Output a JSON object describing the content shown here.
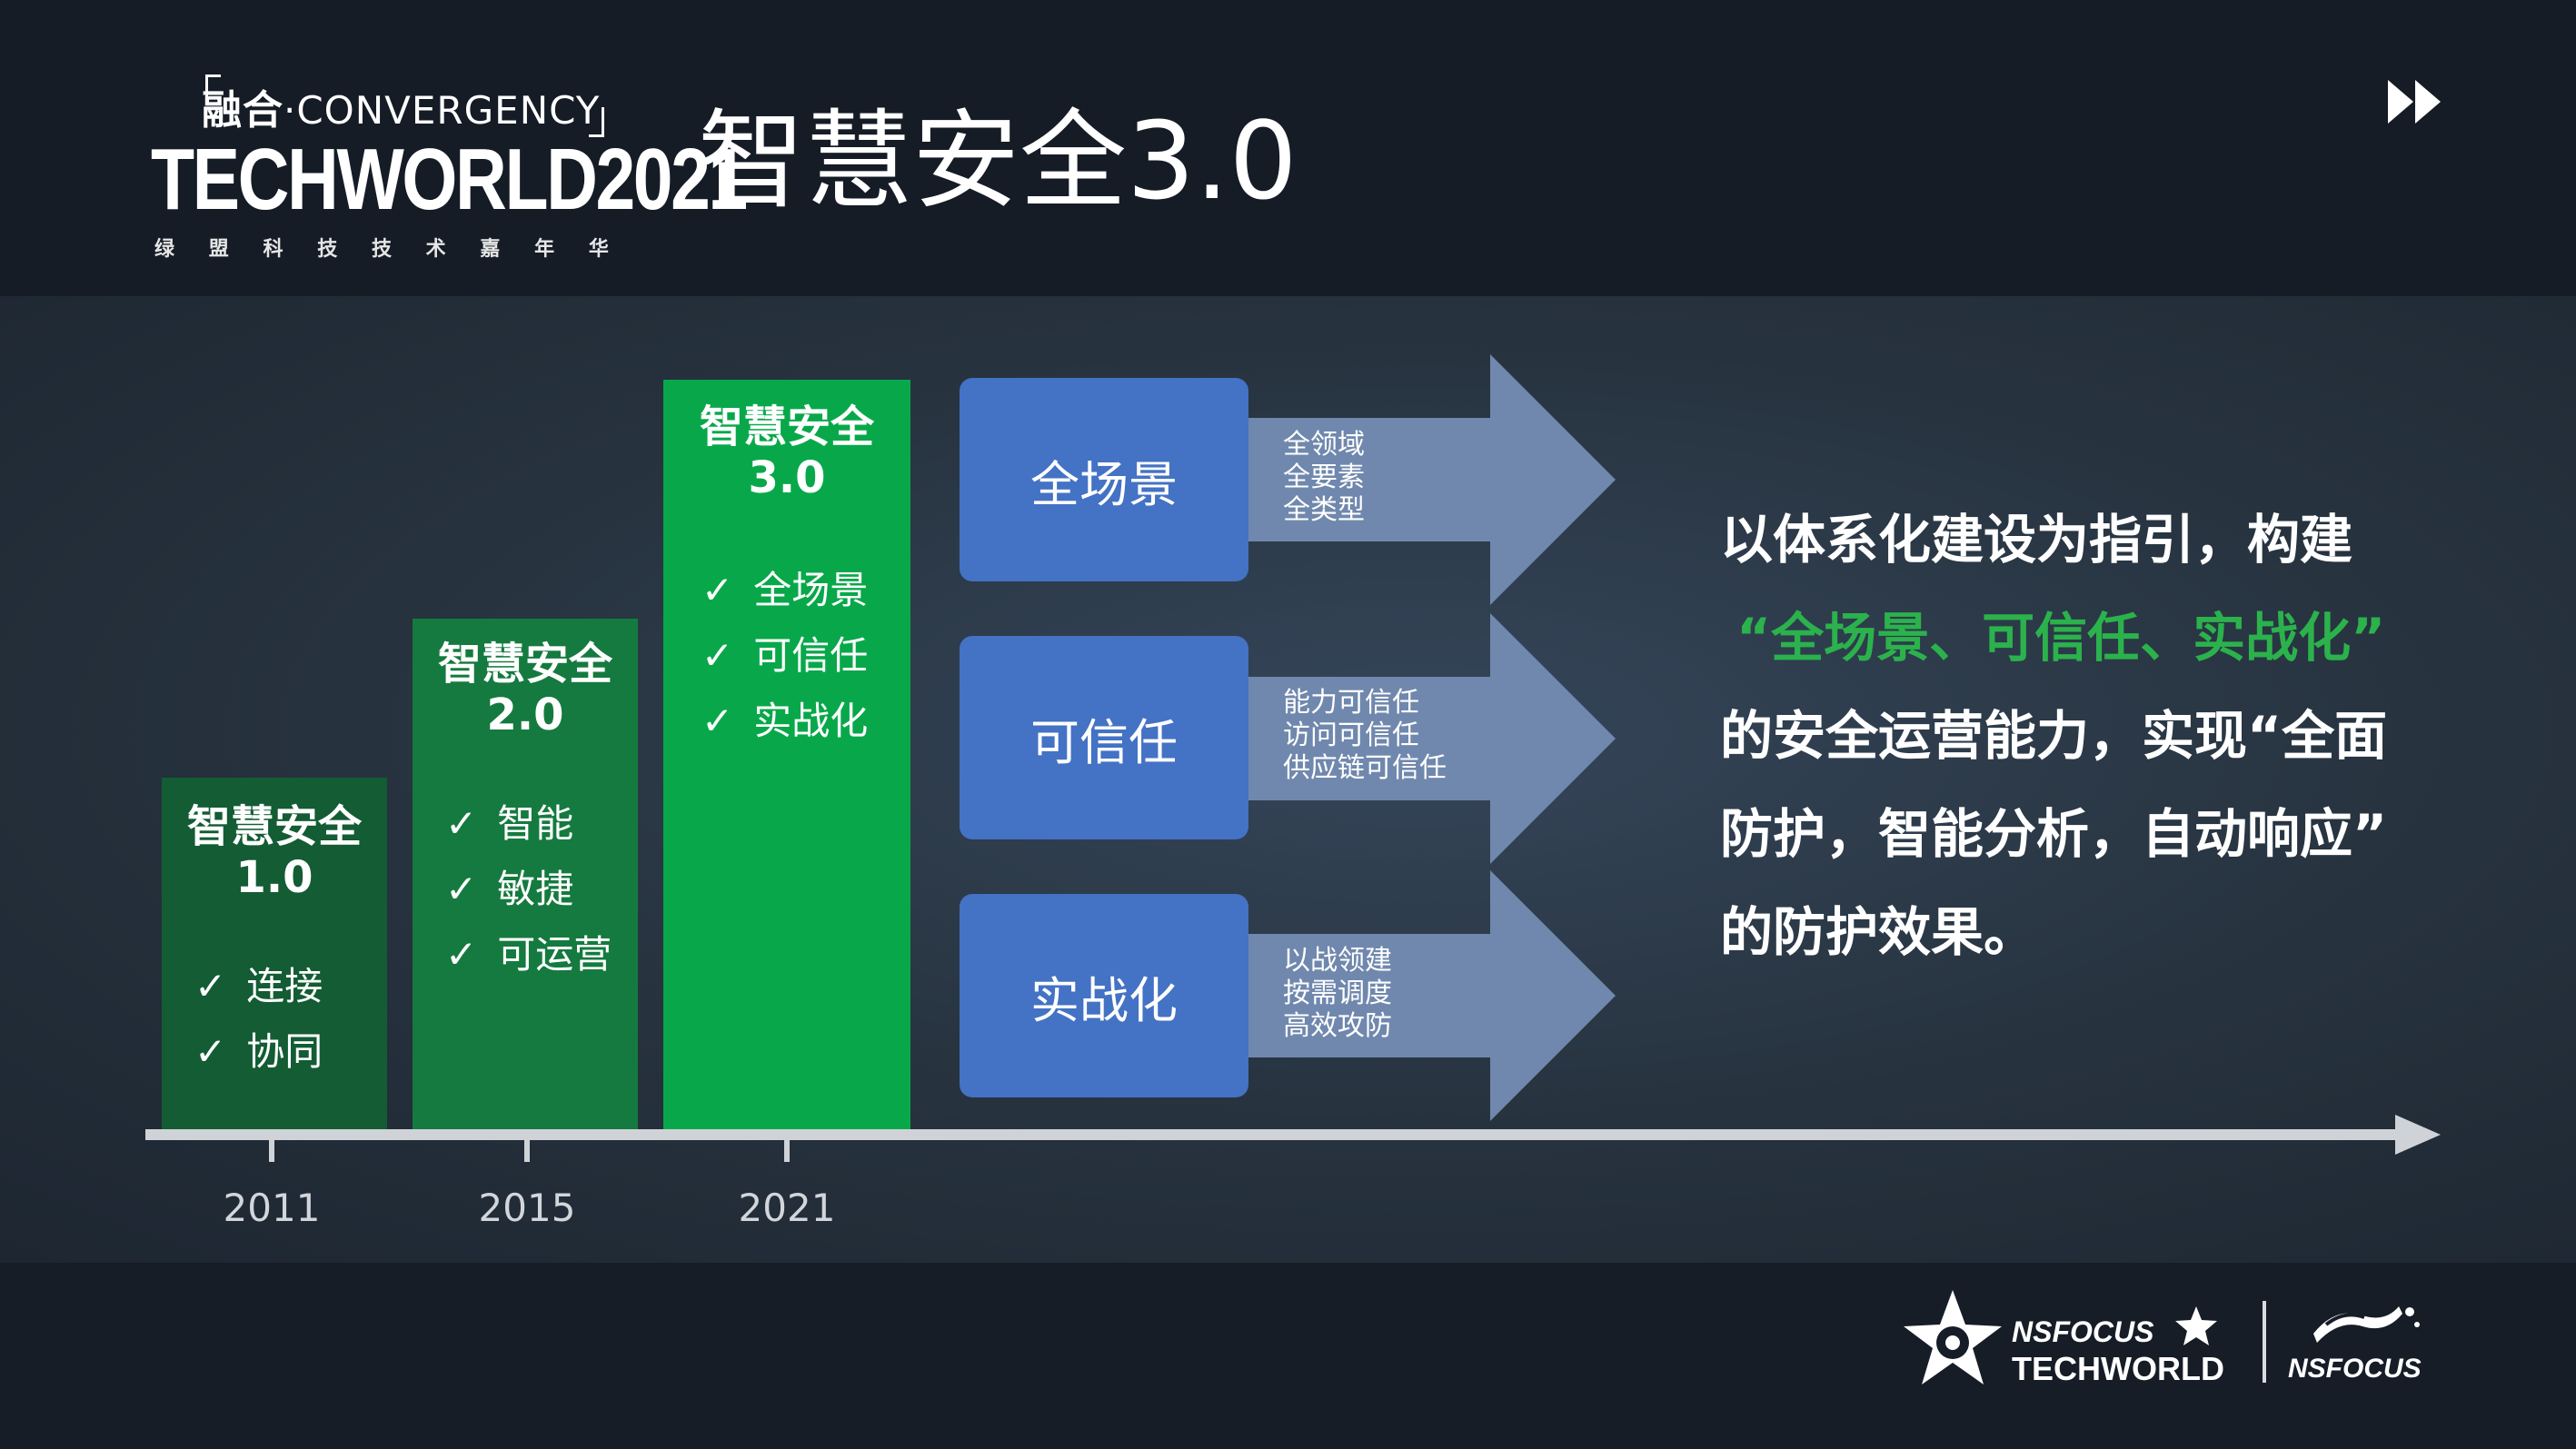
{
  "header": {
    "logo_cn": "融合",
    "logo_dot": "·",
    "logo_en": "CONVERGENCY",
    "logo_main": "TECHWORLD2021",
    "logo_sub": [
      "绿",
      "盟",
      "科",
      "技",
      "技",
      "术",
      "嘉",
      "年",
      "华"
    ],
    "title": "智慧安全3.0",
    "nav_icon": "fast-forward-icon"
  },
  "columns": [
    {
      "title_line1": "智慧安全",
      "title_line2": "1.0",
      "items": [
        "连接",
        "协同"
      ],
      "color": "#135c34"
    },
    {
      "title_line1": "智慧安全",
      "title_line2": "2.0",
      "items": [
        "智能",
        "敏捷",
        "可运营"
      ],
      "color": "#157a3f"
    },
    {
      "title_line1": "智慧安全",
      "title_line2": "3.0",
      "items": [
        "全场景",
        "可信任",
        "实战化"
      ],
      "color": "#08a84a"
    }
  ],
  "check_glyph": "✓",
  "timeline": {
    "years": [
      "2011",
      "2015",
      "2021"
    ]
  },
  "pillars": [
    {
      "label": "全场景",
      "details": [
        "全领域",
        "全要素",
        "全类型"
      ]
    },
    {
      "label": "可信任",
      "details": [
        "能力可信任",
        "访问可信任",
        "供应链可信任"
      ]
    },
    {
      "label": "实战化",
      "details": [
        "以战领建",
        "按需调度",
        "高效攻防"
      ]
    }
  ],
  "summary": {
    "line1": "以体系化建设为指引，构建",
    "line2": "“全场景、可信任、实战化”",
    "line3": "的安全运营能力，实现“全面",
    "line4": "防护，智能分析，自动响应”",
    "line5": "的防护效果。",
    "accent_color": "#2bb24c"
  },
  "footer": {
    "brand1_top": "NSFOCUS",
    "brand1_bottom": "TECHWORLD",
    "brand2": "NSFOCUS"
  }
}
